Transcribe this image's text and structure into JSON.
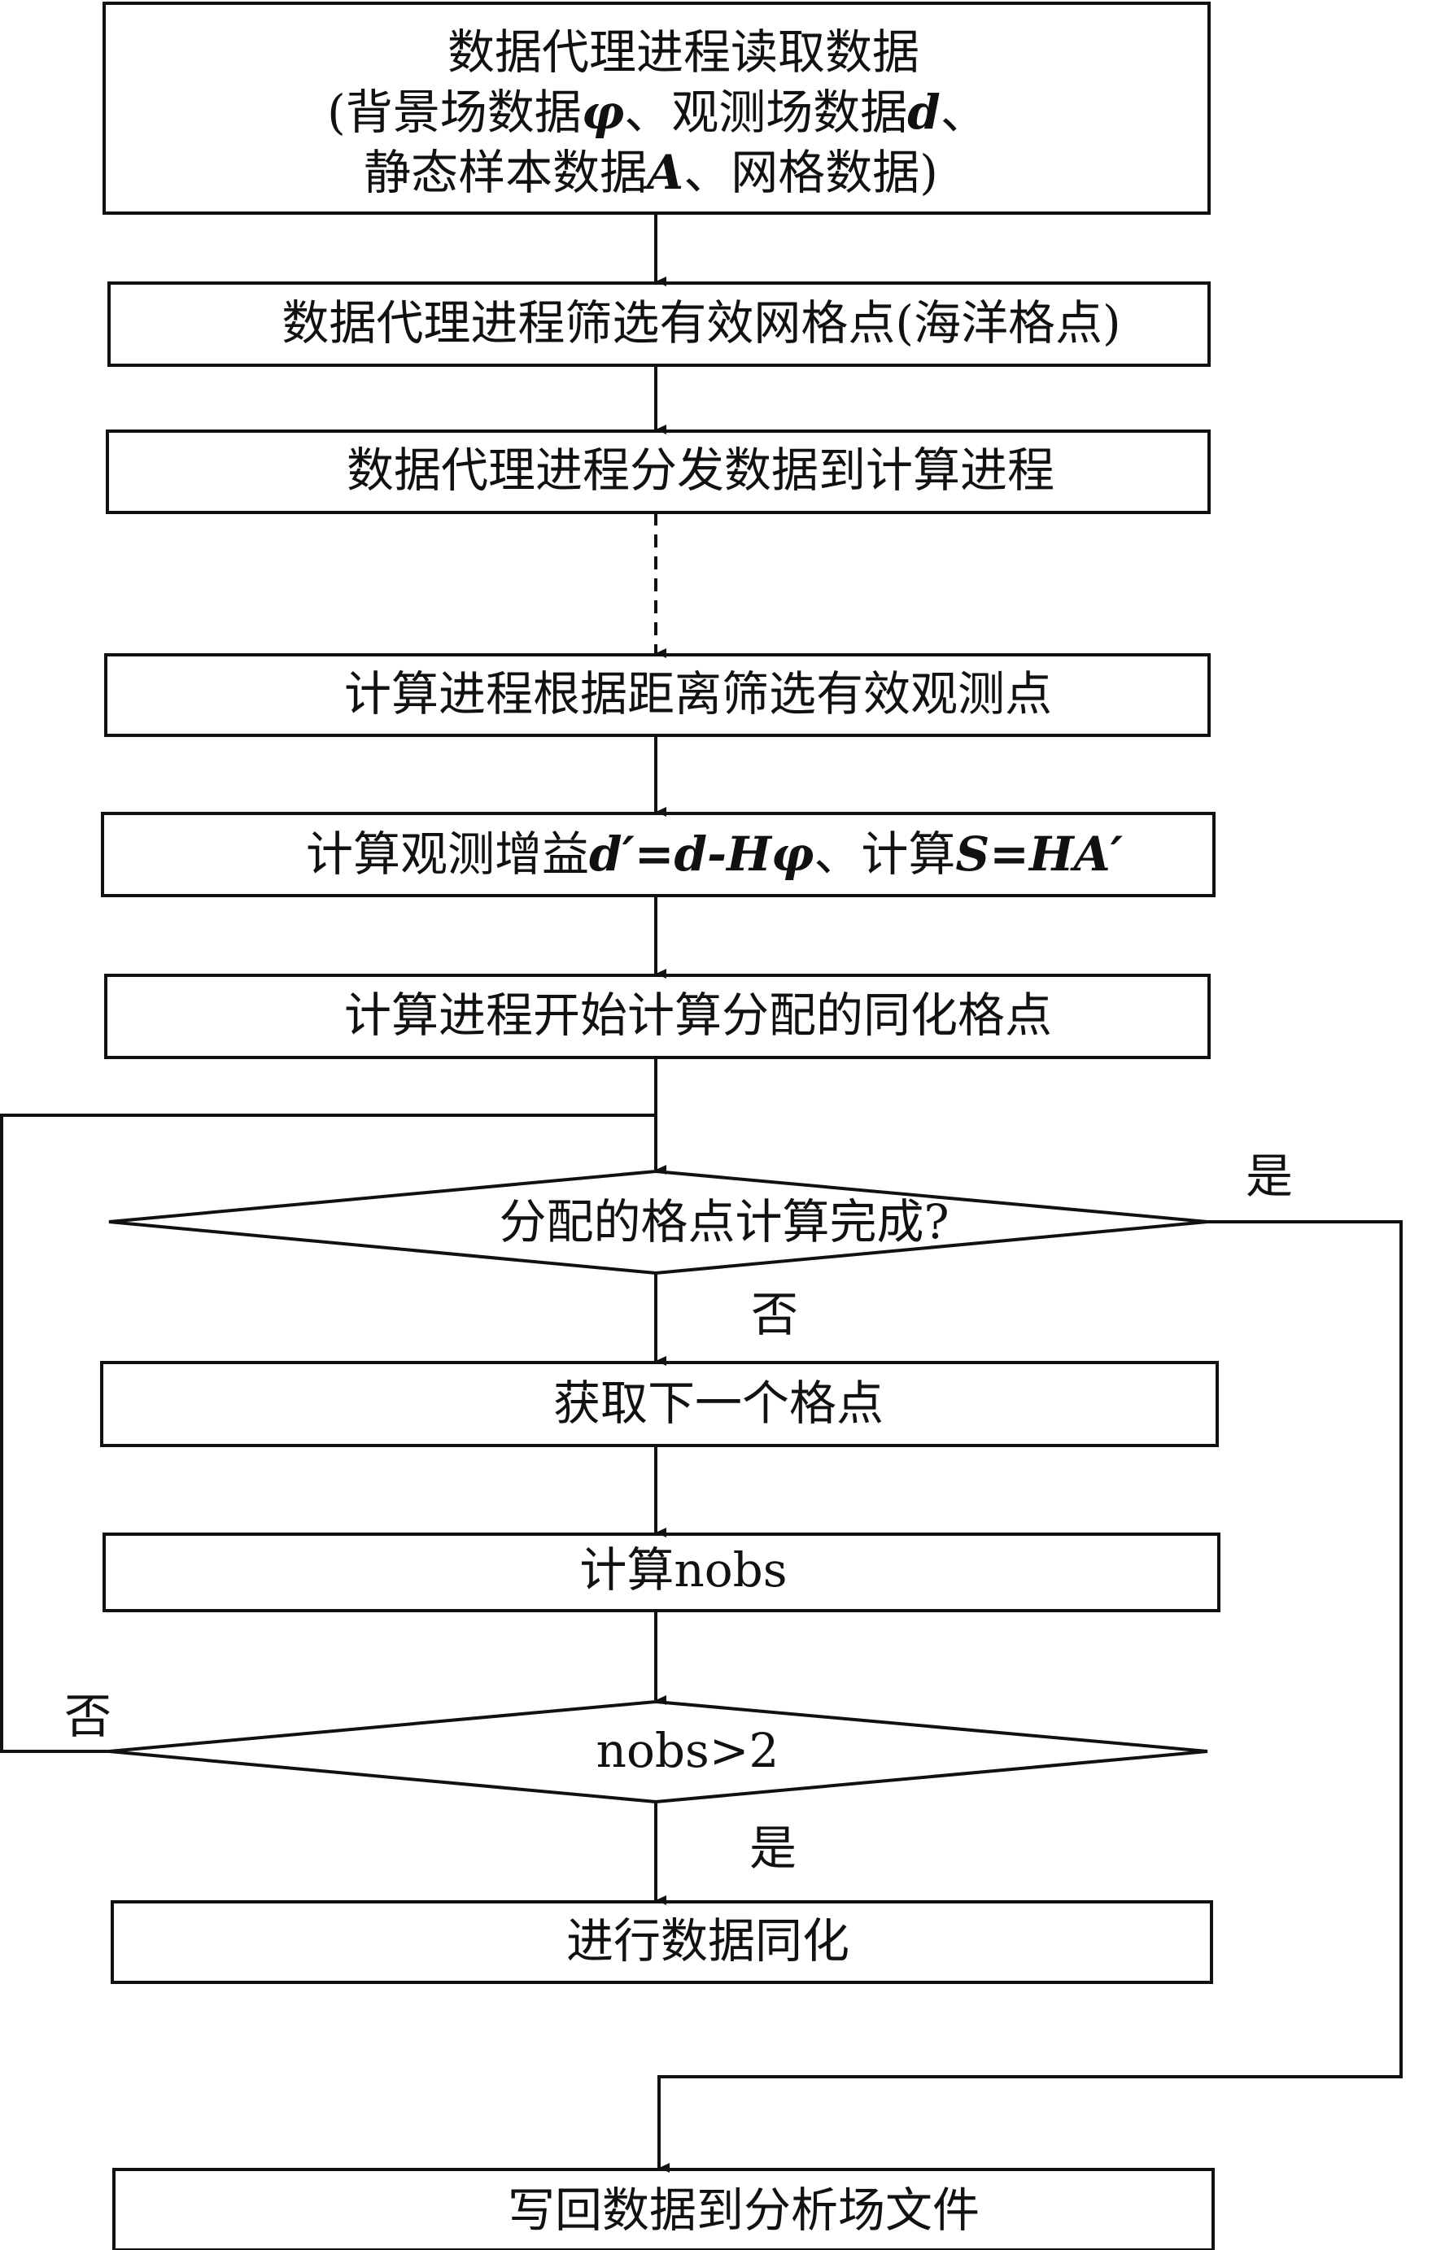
{
  "steps": {
    "read_line1": "数据代理进程读取数据",
    "read_line2_a": "(背景场数据",
    "read_line2_phi": "φ",
    "read_line2_b": "、观测场数据",
    "read_line2_d": "d",
    "read_line2_c": "、",
    "read_line3_a": "静态样本数据",
    "read_line3_A": "A",
    "read_line3_b": "、网格数据)",
    "filter_grid": "数据代理进程筛选有效网格点(海洋格点)",
    "distribute": "数据代理进程分发数据到计算进程",
    "filter_obs": "计算进程根据距离筛选有效观测点",
    "gain_a": "计算观测增益",
    "gain_formula": "d′=d-Hφ",
    "gain_b": "、计算",
    "gain_formula2": "S=HA′",
    "start_compute": "计算进程开始计算分配的同化格点",
    "get_next": "获取下一个格点",
    "compute_nobs": "计算nobs",
    "assimilate": "进行数据同化",
    "write_back": "写回数据到分析场文件"
  },
  "decisions": {
    "all_done": "分配的格点计算完成?",
    "nobs_check": "nobs>2"
  },
  "branch_labels": {
    "yes_done": "是",
    "no_done": "否",
    "no_nobs": "否",
    "yes_nobs": "是"
  }
}
